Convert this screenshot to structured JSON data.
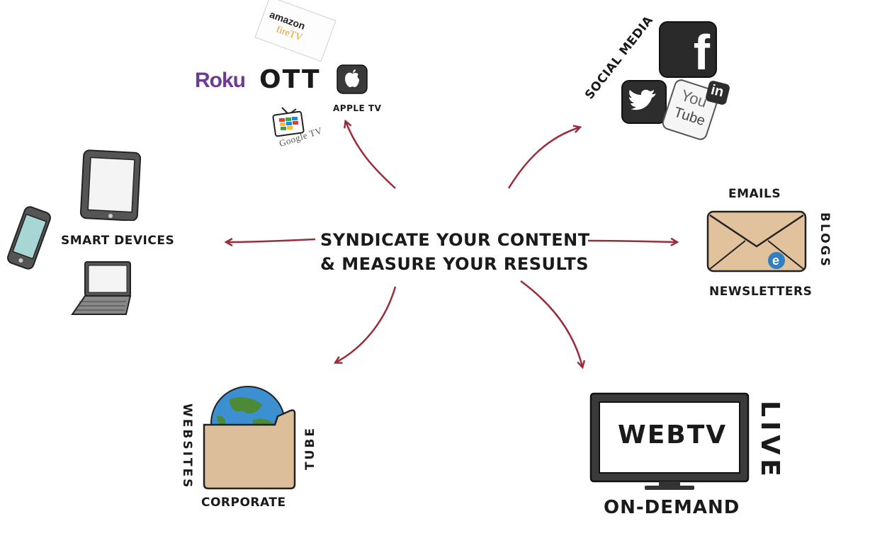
{
  "center": {
    "line1": "SYNDICATE YOUR CONTENT",
    "line2": "& MEASURE YOUR RESULTS"
  },
  "ott": {
    "title": "OTT",
    "roku": "Roku",
    "amazon": "amazon",
    "firetv": "fireTV",
    "apple_tv": "APPLE TV",
    "google_tv": "Google TV"
  },
  "social": {
    "title": "SOCIAL MEDIA",
    "facebook": "f",
    "youtube_you": "You",
    "youtube_tube": "Tube",
    "linkedin": "in"
  },
  "smart_devices": {
    "label": "SMART DEVICES"
  },
  "mail": {
    "emails": "EMAILS",
    "blogs": "BLOGS",
    "newsletters": "NEWSLETTERS",
    "badge": "e"
  },
  "web": {
    "websites": "WEBSITES",
    "tube": "TUBE",
    "corporate": "CORPORATE"
  },
  "webtv": {
    "screen": "WEBTV",
    "live": "LIVE",
    "on_demand": "ON-DEMAND"
  },
  "colors": {
    "arrow": "#9b2c3c",
    "roku": "#6c3b96",
    "envelope": "#e2c29c",
    "folder": "#dcbf9a",
    "screen": "#ffffff"
  }
}
